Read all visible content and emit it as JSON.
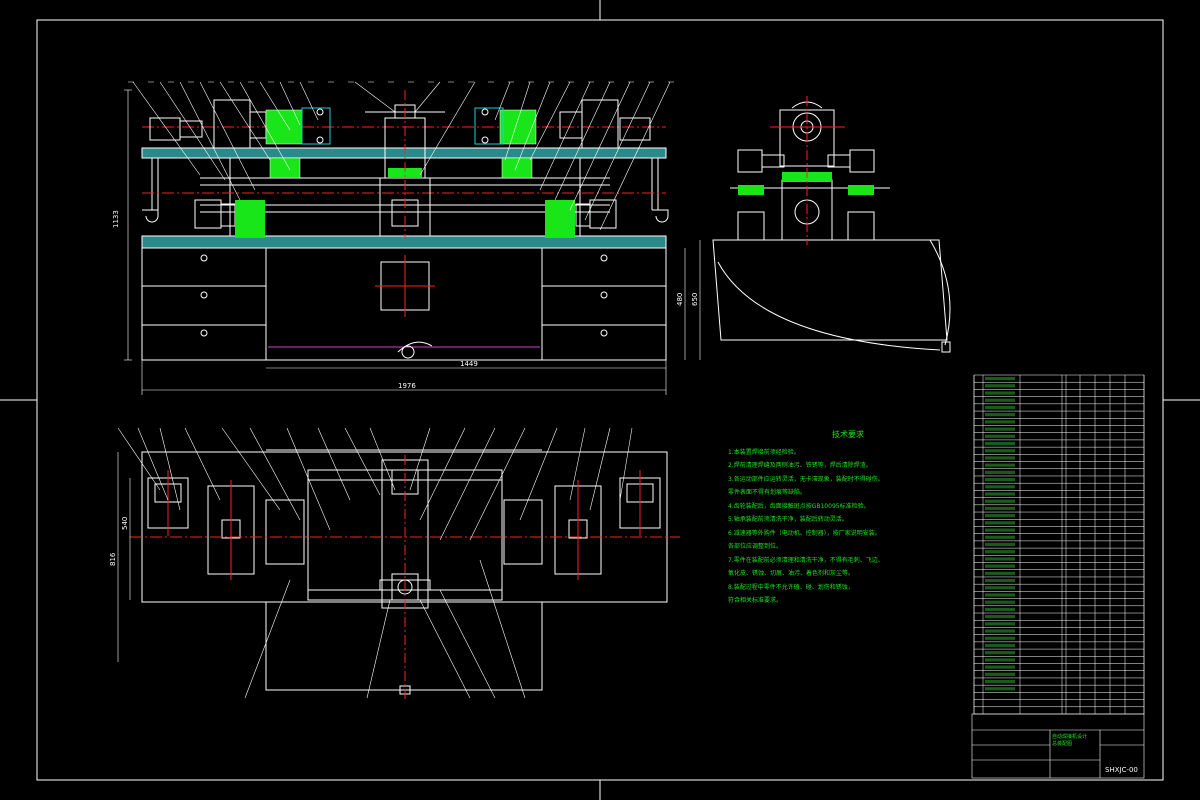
{
  "drawing": {
    "dimensions": {
      "overall_length": "1976",
      "inner_span": "1449",
      "front_height": "1133",
      "base_height": "480",
      "side_height": "650",
      "plan_depth": "816",
      "plan_inner": "540"
    },
    "colors": {
      "background": "#000000",
      "outline": "#ffffff",
      "accent_green": "#19e619",
      "center_line": "#ff2020",
      "part_cyan": "#20d0d0",
      "magenta": "#d040d0"
    }
  },
  "notes": {
    "title": "技术要求",
    "lines": [
      "1.本装置焊接前须经检验。",
      "2.焊前清理焊缝及两侧油污、铁锈等，焊后清除焊渣。",
      "3.各运动部件应运转灵活，无卡滞现象，装配时不得碰伤。",
      "  零件表面不得有划痕等缺陷。",
      "4.齿轮装配后，齿面接触斑点按GB10095标准检验。",
      "5.轴承装配前须清洗干净，装配后转动灵活。",
      "6.减速器等外购件（电动机、控制器），按厂家说明安装。",
      "  各部位应调整到位。",
      "7.零件在装配前必须清理和清洗干净，不得有毛刺、飞边、",
      "  氧化皮、锈蚀、切屑、油污、着色剂和灰尘等。",
      "8.装配过程中零件不允许磕、碰、划伤和锈蚀，",
      "  符合相关标准要求。"
    ]
  },
  "title_block": {
    "name_line1": "自动焊接机设计",
    "name_line2": "总装配图",
    "drawing_number": "SHXJC-00"
  }
}
